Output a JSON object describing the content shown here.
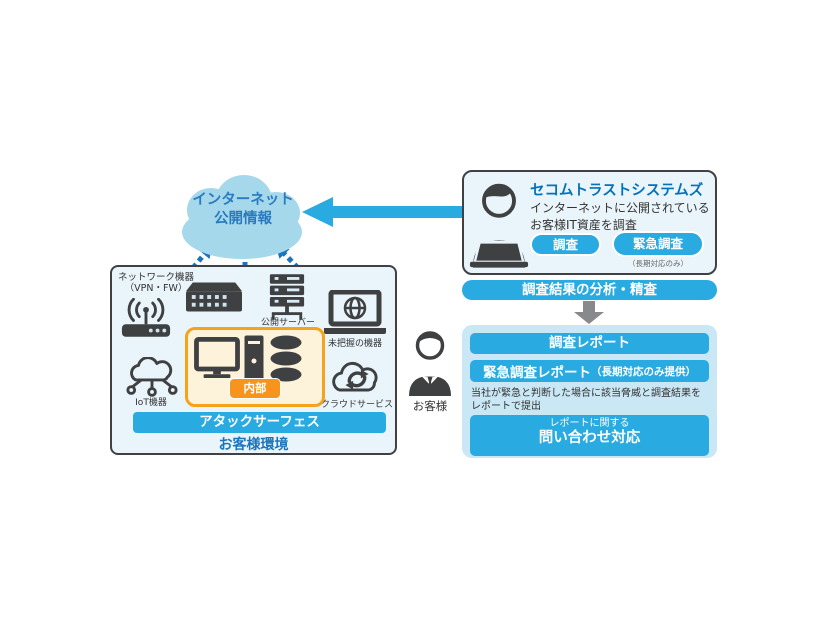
{
  "colors": {
    "accent_blue": "#29abe2",
    "cloud_fill": "#a6d8eb",
    "cloud_text_blue": "#2a7abe",
    "title_blue": "#0071bc",
    "env_title_blue": "#1b75bc",
    "box_light_blue": "#eaf5fb",
    "panel_light_blue": "#c9e7f4",
    "orange_badge": "#f7941d",
    "orange_border": "#f7a21b",
    "inner_cream": "#fdf3da",
    "icon_dark": "#3f4042",
    "border_dark": "#414042",
    "arrow_gray": "#87898c",
    "dotted_arrow_blue": "#1c74bc"
  },
  "icons": {
    "internet-cloud": "cloud shape",
    "dotted-up-arrows": "dashed arrows to cloud",
    "big-left-arrow": "solid left arrow",
    "down-arrow": "solid down arrow",
    "switch": "network switch box",
    "wifi-router": "antenna with signal arcs",
    "server-rack": "stacked server",
    "laptop-globe": "laptop with globe screen",
    "iot-cloud": "cloud with nodes",
    "cloud-sync": "cloud with refresh arrows",
    "monitor": "desktop monitor",
    "pc-tower": "pc tower",
    "database": "disk stack",
    "person": "business person bust",
    "person-laptop": "person working at laptop"
  },
  "cloud": {
    "line1": "インターネット",
    "line2": "公開情報"
  },
  "customer_env": {
    "title": "お客様環境",
    "attack_surface_label": "アタックサーフェス",
    "internal_label": "内部",
    "devices": {
      "network_line1": "ネットワーク機器",
      "network_line2": "（VPN・FW）",
      "public_server": "公開サーバー",
      "unknown_device": "未把握の機器",
      "iot": "IoT機器",
      "cloud_service": "クラウドサービス"
    }
  },
  "customer": {
    "label": "お客様"
  },
  "provider": {
    "title": "セコムトラストシステムズ",
    "desc_line1": "インターネットに公開されている",
    "desc_line2": "お客様IT資産を調査",
    "button_survey": "調査",
    "button_emergency": "緊急調査",
    "emergency_note": "（長期対応のみ）"
  },
  "analysis_bar": {
    "label": "調査結果の分析・精査"
  },
  "report": {
    "report_label": "調査レポート",
    "emergency_report_label": "緊急調査レポート",
    "emergency_report_suffix": "（長期対応のみ提供）",
    "note": "当社が緊急と判断した場合に該当脅威と調査結果を\nレポートで提出",
    "inquiry_line1": "レポートに関する",
    "inquiry_line2": "問い合わせ対応"
  }
}
